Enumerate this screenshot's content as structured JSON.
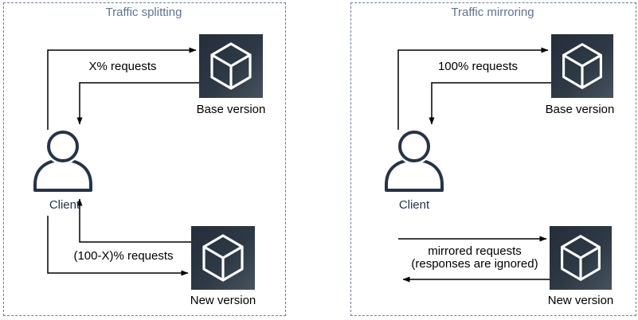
{
  "panels": [
    {
      "title": "Traffic splitting",
      "nodes": {
        "client": "Client",
        "base": "Base version",
        "new": "New version"
      },
      "arrows": {
        "to_base": "X% requests",
        "to_new": "(100-X)% requests"
      }
    },
    {
      "title": "Traffic mirroring",
      "nodes": {
        "client": "Client",
        "base": "Base version",
        "new": "New version"
      },
      "arrows": {
        "to_base": "100% requests",
        "to_new_line1": "mirrored requests",
        "to_new_line2": "(responses are ignored)"
      }
    }
  ],
  "colors": {
    "panel_border": "#6b7b94",
    "panel_title": "#5d7296",
    "icon_background_dark": "#232e3a",
    "icon_background_light": "#46535f",
    "icon_stroke": "#ffffff",
    "person_stroke": "#25334a",
    "arrow": "#000000"
  }
}
